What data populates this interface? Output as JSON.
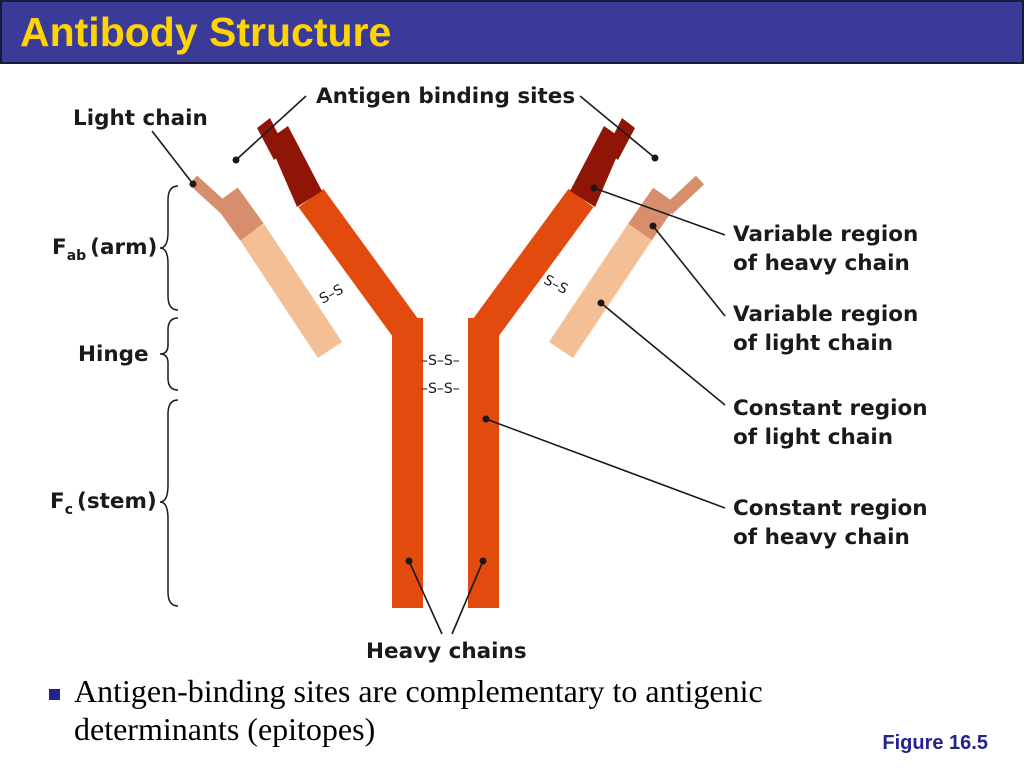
{
  "slide": {
    "title": "Antibody Structure",
    "colors": {
      "title_bg": "#3a3a98",
      "title_text": "#ffd400",
      "heavy_constant": "#e34a0e",
      "heavy_variable": "#8f1606",
      "light_constant": "#f5bf95",
      "light_variable": "#d78e6c",
      "bullet": "#23238e",
      "figure_ref": "#23238e"
    },
    "bullet": {
      "icon": "square-bullet-icon",
      "text_line1": "Antigen-binding sites are complementary to antigenic",
      "text_line2": "determinants (epitopes)"
    },
    "figure_ref": "Figure 16.5"
  },
  "diagram": {
    "labels": {
      "antigen_binding_sites": "Antigen binding sites",
      "light_chain": "Light chain",
      "fab_main": "F",
      "fab_sub": "ab",
      "fab_suffix": "(arm)",
      "hinge": "Hinge",
      "fc_main": "F",
      "fc_sub": "c",
      "fc_suffix": "(stem)",
      "variable_heavy_1": "Variable region",
      "variable_heavy_2": "of heavy chain",
      "variable_light_1": "Variable region",
      "variable_light_2": "of light chain",
      "constant_light_1": "Constant region",
      "constant_light_2": "of light chain",
      "constant_heavy_1": "Constant region",
      "constant_heavy_2": "of heavy chain",
      "heavy_chains": "Heavy chains"
    },
    "disulfide_bonds": {
      "left_arm": "S–S",
      "right_arm": "S–S",
      "hinge_top": "–S–S–",
      "hinge_bottom": "–S–S–"
    }
  }
}
